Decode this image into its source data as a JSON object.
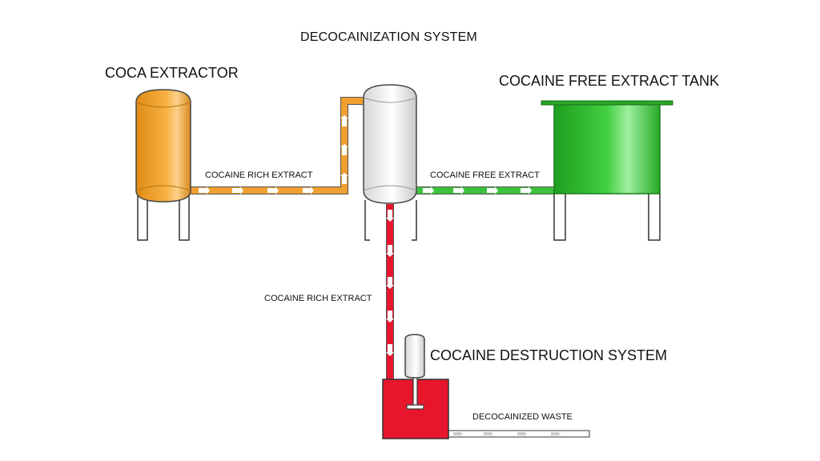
{
  "title": "DECOCAINIZATION SYSTEM",
  "labels": {
    "coca_extractor": "COCA EXTRACTOR",
    "free_tank": "COCAINE FREE EXTRACT TANK",
    "rich_extract_horizontal": "COCAINE RICH EXTRACT",
    "free_extract": "COCAINE FREE EXTRACT",
    "rich_extract_vertical": "COCAINE RICH EXTRACT",
    "destruction_system": "COCAINE DESTRUCTION SYSTEM",
    "waste": "DECOCAINIZED WASTE"
  },
  "colors": {
    "orange": "#f0a030",
    "orange_dark": "#d98a1c",
    "green": "#3cc23c",
    "green_dark": "#1f9a1f",
    "red": "#e8162c",
    "red_dark": "#c40f22",
    "vessel": "#e9e9ea",
    "outline": "#333333"
  }
}
